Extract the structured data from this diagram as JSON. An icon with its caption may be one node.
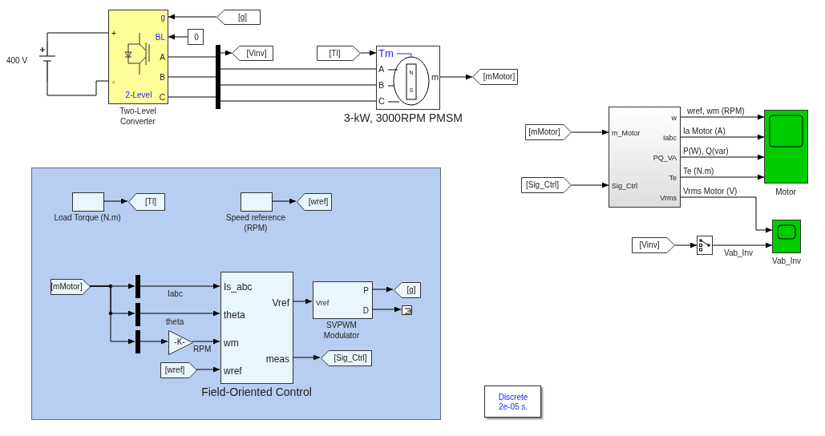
{
  "diagram": {
    "nodes": [
      {
        "text": [],
        "shape": "battery",
        "beside": [
          "400 V"
        ]
      },
      {
        "text": [
          "g",
          "BL",
          "A",
          "B",
          "C",
          "+",
          "-",
          "2-Level"
        ],
        "beside": [
          "Two-Level Converter"
        ]
      },
      {
        "text": [
          "[g]"
        ]
      },
      {
        "text": [
          "0"
        ]
      },
      {
        "text": [],
        "shape": "bar"
      },
      {
        "text": [
          "[Vinv]"
        ]
      },
      {
        "text": [
          "[Tl]"
        ]
      },
      {
        "text": [
          "Tm",
          "A",
          "B",
          "C",
          "m",
          "N",
          "S"
        ],
        "beside": [
          "3-kW, 3000RPM PMSM"
        ]
      },
      {
        "text": [
          "[mMotor]"
        ]
      },
      {
        "text": [
          "m_Motor",
          "Sig_Ctrl",
          "w",
          "Iabc",
          "PQ_VA",
          "Te",
          "Vrms"
        ]
      },
      {
        "text": [
          "[mMotor]"
        ]
      },
      {
        "text": [
          "[Sig_Ctrl]"
        ]
      },
      {
        "text": [],
        "shape": "box",
        "beside": [
          "Motor"
        ]
      },
      {
        "text": [
          "[Vinv]"
        ]
      },
      {
        "text": [],
        "shape": "box"
      },
      {
        "text": [],
        "shape": "box",
        "beside": [
          "Vab_Inv"
        ]
      },
      {
        "text": [],
        "shape": "box"
      },
      {
        "text": [],
        "shape": "box",
        "in": 16,
        "beside": [
          "Load Torque (N.m)"
        ]
      },
      {
        "text": [
          "[Tl]"
        ],
        "in": 16
      },
      {
        "text": [],
        "shape": "box",
        "in": 16,
        "beside": [
          "Speed reference (RPM)"
        ]
      },
      {
        "text": [
          "[wref]"
        ],
        "in": 16
      },
      {
        "text": [
          "[mMotor]"
        ],
        "in": 16
      },
      {
        "text": [],
        "shape": "bar",
        "in": 16
      },
      {
        "text": [],
        "shape": "bar",
        "in": 16
      },
      {
        "text": [],
        "shape": "bar",
        "in": 16
      },
      {
        "text": [
          "-K-"
        ],
        "in": 16
      },
      {
        "text": [
          "[wref]"
        ],
        "in": 16
      },
      {
        "text": [
          "Is_abc",
          "theta",
          "wm",
          "wref",
          "Vref",
          "meas"
        ],
        "in": 16,
        "beside": [
          "Field-Oriented Control"
        ]
      },
      {
        "text": [
          "Vref",
          "P",
          "D"
        ],
        "in": 16,
        "beside": [
          "SVPWM Modulator"
        ]
      },
      {
        "text": [
          "[g]"
        ],
        "in": 16
      },
      {
        "text": [],
        "shape": "box",
        "in": 16
      },
      {
        "text": [
          "[Sig_Ctrl]"
        ],
        "in": 16
      },
      {
        "text": [
          "Discrete 2e-05 s."
        ]
      }
    ],
    "edges": [
      {
        "from": 0,
        "to": 1,
        "arrow": "none"
      },
      {
        "from": 0,
        "to": 1,
        "arrow": "none"
      },
      {
        "from": 2,
        "to": 1,
        "arrow": "to"
      },
      {
        "from": 3,
        "to": 1,
        "arrow": "to"
      },
      {
        "from": 1,
        "to": 4,
        "arrow": "none"
      },
      {
        "from": 1,
        "to": 4,
        "arrow": "none"
      },
      {
        "from": 1,
        "to": 4,
        "arrow": "none"
      },
      {
        "from": 4,
        "to": 5,
        "arrow": "to"
      },
      {
        "from": 4,
        "to": 7,
        "arrow": "none"
      },
      {
        "from": 4,
        "to": 7,
        "arrow": "none"
      },
      {
        "from": 4,
        "to": 7,
        "arrow": "none"
      },
      {
        "from": 6,
        "to": 7,
        "arrow": "to"
      },
      {
        "from": 7,
        "to": 8,
        "arrow": "to"
      },
      {
        "from": 10,
        "to": 9,
        "arrow": "to"
      },
      {
        "from": 11,
        "to": 9,
        "arrow": "to"
      },
      {
        "from": 9,
        "to": 12,
        "arrow": "to",
        "label": "wref, wm (RPM)"
      },
      {
        "from": 9,
        "to": 12,
        "arrow": "to",
        "label": "Ia Motor (A)"
      },
      {
        "from": 9,
        "to": 12,
        "arrow": "to",
        "label": "P(W), Q(var)"
      },
      {
        "from": 9,
        "to": 12,
        "arrow": "to",
        "label": "Te (N.m)"
      },
      {
        "from": 9,
        "to": 15,
        "arrow": "to",
        "label": "Vrms Motor (V)"
      },
      {
        "from": 13,
        "to": 14,
        "arrow": "to"
      },
      {
        "from": 14,
        "to": 15,
        "arrow": "to",
        "label": "Vab_Inv"
      },
      {
        "from": 17,
        "to": 18,
        "arrow": "to"
      },
      {
        "from": 19,
        "to": 20,
        "arrow": "to"
      },
      {
        "from": 21,
        "to": 22,
        "arrow": "to"
      },
      {
        "from": 21,
        "to": 23,
        "arrow": "to"
      },
      {
        "from": 21,
        "to": 24,
        "arrow": "to"
      },
      {
        "from": 22,
        "to": 27,
        "arrow": "to",
        "label": "Iabc"
      },
      {
        "from": 23,
        "to": 27,
        "arrow": "to",
        "label": "theta"
      },
      {
        "from": 24,
        "to": 25,
        "arrow": "to"
      },
      {
        "from": 25,
        "to": 27,
        "arrow": "to",
        "label": "RPM"
      },
      {
        "from": 26,
        "to": 27,
        "arrow": "to"
      },
      {
        "from": 27,
        "to": 28,
        "arrow": "to"
      },
      {
        "from": 28,
        "to": 29,
        "arrow": "to"
      },
      {
        "from": 28,
        "to": 30,
        "arrow": "to"
      },
      {
        "from": 27,
        "to": 31,
        "arrow": "to"
      }
    ]
  }
}
